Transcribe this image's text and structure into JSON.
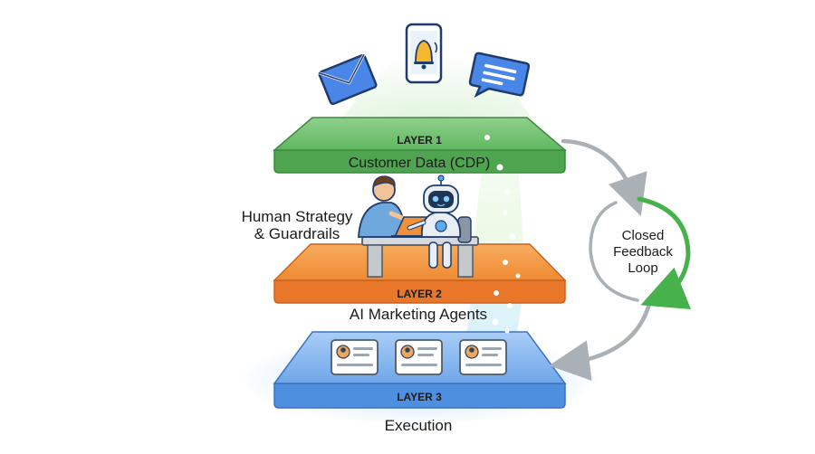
{
  "layers": [
    {
      "tag": "LAYER 3",
      "title": "Execution",
      "color": "#5cb85c"
    },
    {
      "tag": "LAYER 2",
      "title": "AI Marketing Agents",
      "color": "#ee8a33"
    },
    {
      "tag": "LAYER 1",
      "title": "Customer Data (CDP)",
      "color": "#6ea7ea"
    }
  ],
  "human": {
    "line1": "Human Strategy",
    "line2": "& Guardrails"
  },
  "loop": {
    "line1": "Closed",
    "line2": "Feedback",
    "line3": "Loop"
  },
  "channel_icons": [
    "email-icon",
    "phone-notification-icon",
    "chat-bubble-icon"
  ],
  "profile_cards": 3
}
